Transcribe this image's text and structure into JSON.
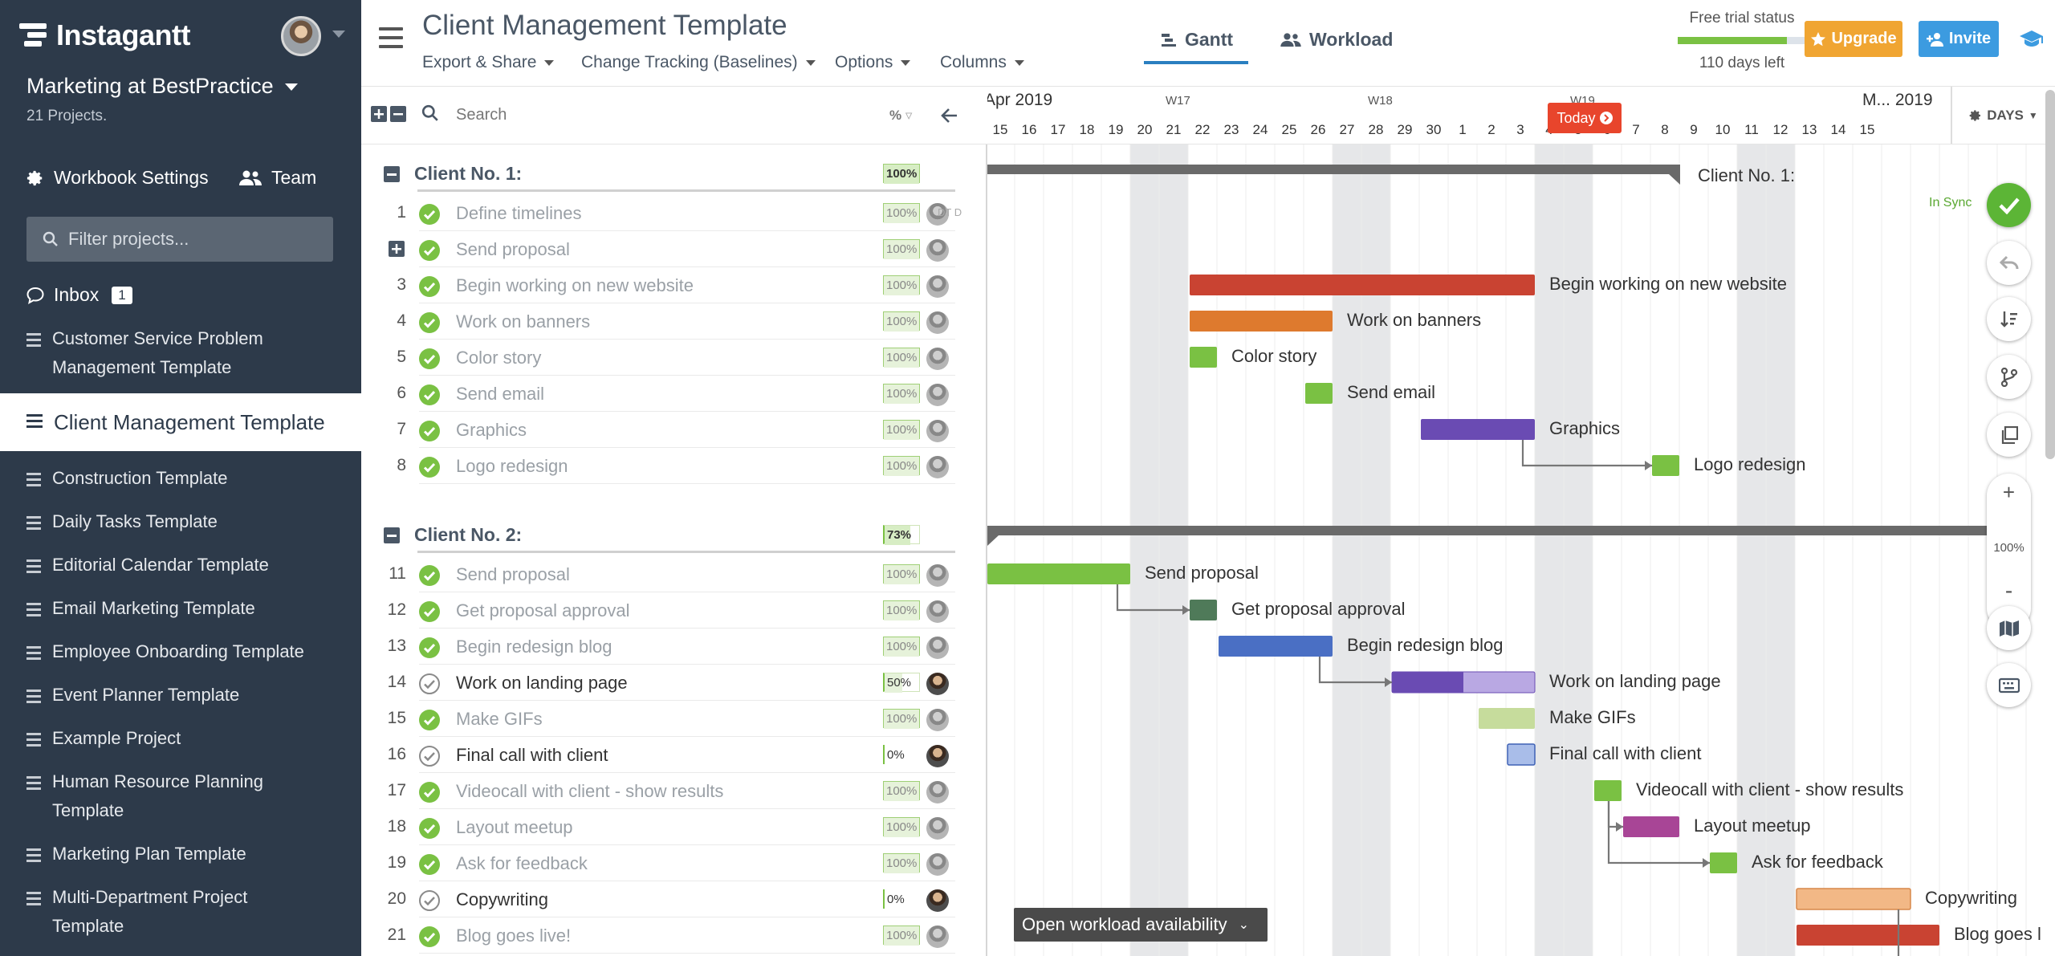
{
  "app": {
    "logo_text": "Instagantt",
    "workspace_name": "Marketing at BestPractice",
    "workspace_sub": "21 Projects.",
    "settings_label": "Workbook Settings",
    "team_label": "Team",
    "filter_placeholder": "Filter projects...",
    "inbox_label": "Inbox",
    "inbox_count": "1",
    "projects": [
      "Customer Service Problem\nManagement Template",
      "Client Management Template",
      "Construction Template",
      "Daily Tasks Template",
      "Editorial Calendar Template",
      "Email Marketing Template",
      "Employee Onboarding Template",
      "Event Planner Template",
      "Example Project",
      "Human Resource Planning\nTemplate",
      "Marketing Plan Template",
      "Multi-Department Project\nTemplate"
    ]
  },
  "header": {
    "title": "Client Management Template",
    "menus": [
      "Export & Share",
      "Change Tracking (Baselines)",
      "Options",
      "Columns"
    ],
    "tabs": [
      "Gantt",
      "Workload"
    ],
    "trial_label": "Free trial status",
    "trial_progress": 0.85,
    "trial_days": "110 days left",
    "upgrade_label": "Upgrade",
    "invite_label": "Invite"
  },
  "tasks": {
    "search_placeholder": "Search",
    "pct_header": "%",
    "groups": [
      {
        "name": "Client No. 1:",
        "pct": "100%",
        "rows": [
          {
            "n": "1",
            "name": "Define timelines",
            "pct": "100%",
            "done": true
          },
          {
            "n": "",
            "name": "Send proposal",
            "pct": "100%",
            "done": true
          },
          {
            "n": "3",
            "name": "Begin working on new website",
            "pct": "100%",
            "done": true
          },
          {
            "n": "4",
            "name": "Work on banners",
            "pct": "100%",
            "done": true
          },
          {
            "n": "5",
            "name": "Color story",
            "pct": "100%",
            "done": true
          },
          {
            "n": "6",
            "name": "Send email",
            "pct": "100%",
            "done": true
          },
          {
            "n": "7",
            "name": "Graphics",
            "pct": "100%",
            "done": true
          },
          {
            "n": "8",
            "name": "Logo redesign",
            "pct": "100%",
            "done": true
          }
        ]
      },
      {
        "name": "Client No. 2:",
        "pct": "73%",
        "rows": [
          {
            "n": "11",
            "name": "Send proposal",
            "pct": "100%",
            "done": true
          },
          {
            "n": "12",
            "name": "Get proposal approval",
            "pct": "100%",
            "done": true
          },
          {
            "n": "13",
            "name": "Begin redesign blog",
            "pct": "100%",
            "done": true
          },
          {
            "n": "14",
            "name": "Work on landing page",
            "pct": "50%",
            "done": false
          },
          {
            "n": "15",
            "name": "Make GIFs",
            "pct": "100%",
            "done": true
          },
          {
            "n": "16",
            "name": "Final call with client",
            "pct": "0%",
            "done": false
          },
          {
            "n": "17",
            "name": "Videocall with client - show results",
            "pct": "100%",
            "done": true
          },
          {
            "n": "18",
            "name": "Layout meetup",
            "pct": "100%",
            "done": true
          },
          {
            "n": "19",
            "name": "Ask for feedback",
            "pct": "100%",
            "done": true
          },
          {
            "n": "20",
            "name": "Copywriting",
            "pct": "0%",
            "done": false
          },
          {
            "n": "21",
            "name": "Blog goes live!",
            "pct": "100%",
            "done": true
          }
        ]
      }
    ]
  },
  "timeline": {
    "month_left": "Apr 2019",
    "month_right": "M... 2019",
    "weeks": [
      "W17",
      "W18",
      "W19"
    ],
    "days": [
      "15",
      "16",
      "17",
      "18",
      "19",
      "20",
      "21",
      "22",
      "23",
      "24",
      "25",
      "26",
      "27",
      "28",
      "29",
      "30",
      "1",
      "2",
      "3",
      "4",
      "5",
      "6",
      "7",
      "8",
      "9",
      "10",
      "11",
      "12",
      "13",
      "14",
      "15"
    ],
    "today_label": "Today",
    "days_label": "DAYS",
    "sync_label": "In Sync",
    "zoom_label": "100%",
    "zoom_plus": "+",
    "zoom_minus": "-",
    "open_workload": "Open workload availability",
    "group_labels": [
      "Client No. 1:"
    ],
    "dt_initials": "DT D"
  },
  "bars": [
    {
      "label": "Begin working on new website",
      "color": "#c94332"
    },
    {
      "label": "Work on banners",
      "color": "#de7a2e"
    },
    {
      "label": "Color story",
      "color": "#7ac143"
    },
    {
      "label": "Send email",
      "color": "#7ac143"
    },
    {
      "label": "Graphics",
      "color": "#6a4bb3"
    },
    {
      "label": "Logo redesign",
      "color": "#7ac143"
    },
    {
      "label": "Send proposal",
      "color": "#7ac143"
    },
    {
      "label": "Get proposal approval",
      "color": "#4f7a59"
    },
    {
      "label": "Begin redesign blog",
      "color": "#4a6fc4"
    },
    {
      "label": "Work on landing page",
      "color": "#6a4bb3"
    },
    {
      "label": "Make GIFs",
      "color": "#c6dc9c"
    },
    {
      "label": "Final call with client",
      "color": "#a9bde9"
    },
    {
      "label": "Videocall with client - show results",
      "color": "#7ac143"
    },
    {
      "label": "Layout meetup",
      "color": "#a84596"
    },
    {
      "label": "Ask for feedback",
      "color": "#7ac143"
    },
    {
      "label": "Copywriting",
      "color": "#f2b886"
    },
    {
      "label": "Blog goes l",
      "color": "#c94332"
    }
  ]
}
